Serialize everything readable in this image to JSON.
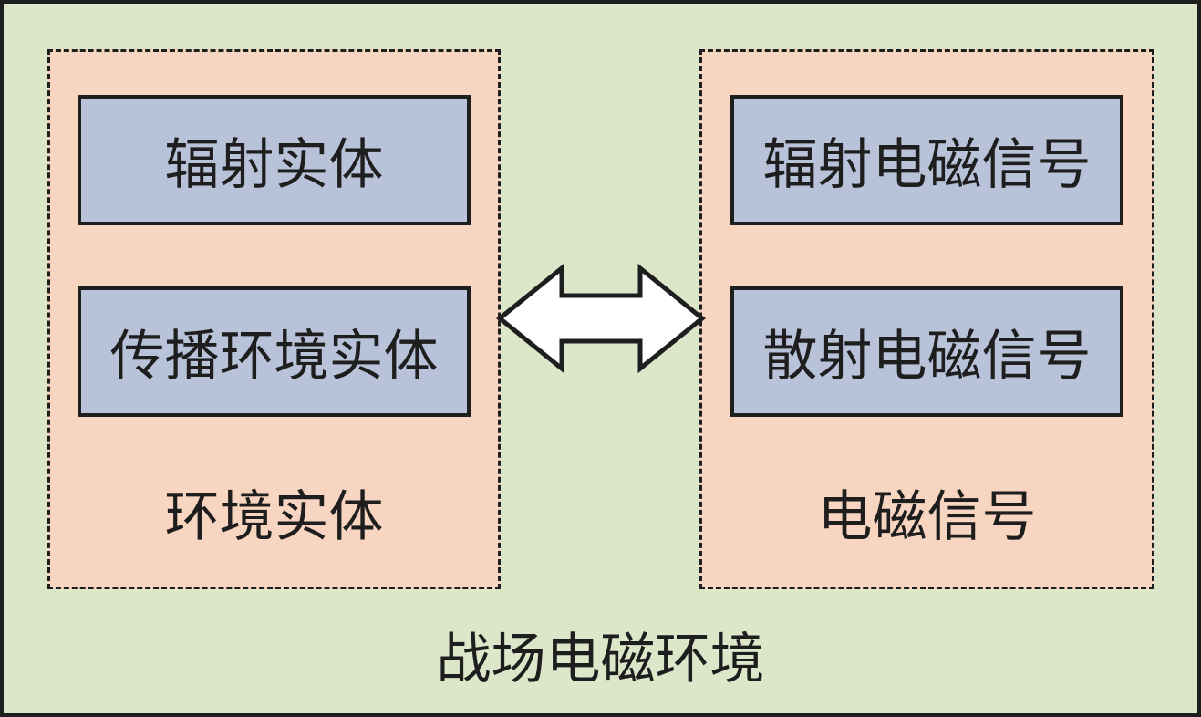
{
  "diagram": {
    "title": "战场电磁环境",
    "left_group": {
      "label": "环境实体",
      "items": [
        "辐射实体",
        "传播环境实体"
      ]
    },
    "right_group": {
      "label": "电磁信号",
      "items": [
        "辐射电磁信号",
        "散射电磁信号"
      ]
    },
    "connector": "bidirectional-arrow"
  },
  "colors": {
    "background": "#dce6c9",
    "group_fill": "#f8d5c0",
    "entity_fill": "#b8c2d8",
    "stroke": "#1e1e1e"
  }
}
